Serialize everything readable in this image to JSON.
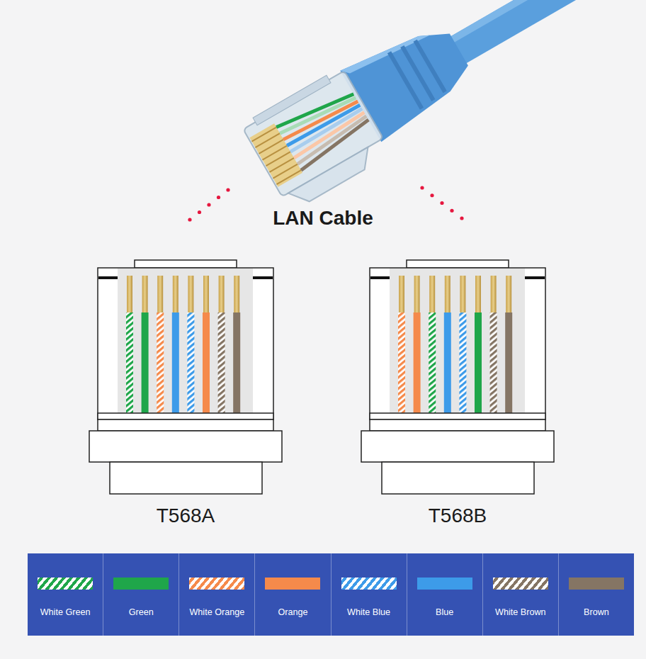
{
  "diagram": {
    "title": "LAN Cable",
    "labels": [
      "T568A",
      "T568B"
    ],
    "legend": [
      {
        "text": "White Green",
        "color": "#1fa64a"
      },
      {
        "text": "Green",
        "color": "#1fa64a"
      },
      {
        "text": "White Orange",
        "color": "#f58a4b"
      },
      {
        "text": "Orange",
        "color": "#f58a4b"
      },
      {
        "text": "White Blue",
        "color": "#3d9be9"
      },
      {
        "text": "Blue",
        "color": "#3d9be9"
      },
      {
        "text": "White Brown",
        "color": "#857564"
      },
      {
        "text": "Brown",
        "color": "#857564"
      }
    ]
  }
}
